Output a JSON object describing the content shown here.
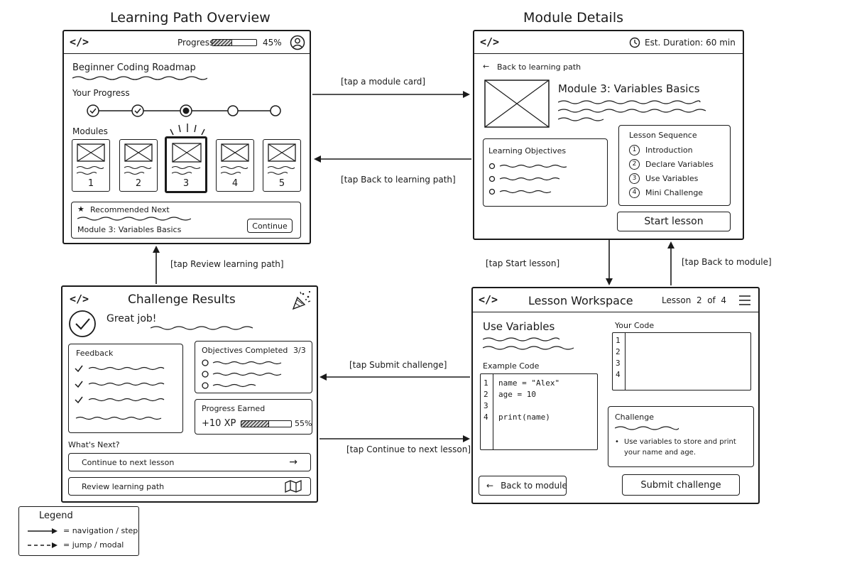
{
  "screens": {
    "overview": {
      "title": "Learning Path Overview",
      "progress_label": "Progress",
      "progress_percent_text": "45%",
      "progress_value": 0.45,
      "roadmap_title": "Beginner Coding Roadmap",
      "your_progress": "Your Progress",
      "modules_label": "Modules",
      "modules": [
        "1",
        "2",
        "3",
        "4",
        "5"
      ],
      "recommended_label": "Recommended Next",
      "recommended_module": "Module 3: Variables Basics",
      "continue_button": "Continue"
    },
    "module_details": {
      "title": "Module Details",
      "duration": "Est. Duration: 60 min",
      "back_link": "Back to learning path",
      "module_title": "Module 3: Variables Basics",
      "objectives_title": "Learning Objectives",
      "sequence_title": "Lesson Sequence",
      "sequence": [
        {
          "num": "1",
          "label": "Introduction"
        },
        {
          "num": "2",
          "label": "Declare Variables"
        },
        {
          "num": "3",
          "label": "Use Variables"
        },
        {
          "num": "4",
          "label": "Mini Challenge"
        }
      ],
      "start_button": "Start lesson"
    },
    "workspace": {
      "title": "Lesson Workspace",
      "lesson_counter": "Lesson  2  of  4",
      "lesson_title": "Use Variables",
      "example_code_label": "Example Code",
      "example_code": [
        {
          "num": "1",
          "code": "name = \"Alex\""
        },
        {
          "num": "2",
          "code": "age = 10"
        },
        {
          "num": "3",
          "code": ""
        },
        {
          "num": "4",
          "code": "print(name)"
        }
      ],
      "your_code_label": "Your Code",
      "your_code_lines": [
        "1",
        "2",
        "3",
        "4"
      ],
      "challenge_title": "Challenge",
      "challenge_text_line1": "Use variables to store and print",
      "challenge_text_line2": "your name and age.",
      "back_button": "Back to module",
      "submit_button": "Submit challenge"
    },
    "results": {
      "title": "Challenge Results",
      "great_job": "Great job!",
      "feedback_title": "Feedback",
      "objectives_title": "Objectives Completed",
      "objectives_count": "3/3",
      "progress_title": "Progress Earned",
      "xp": "+10 XP",
      "progress_percent_text": "55%",
      "progress_value": 0.55,
      "whats_next": "What's Next?",
      "continue_button": "Continue to next lesson",
      "review_button": "Review learning path"
    }
  },
  "transitions": {
    "tap_module_card": "[tap a module card]",
    "tap_back_to_path": "[tap Back to learning path]",
    "tap_start_lesson": "[tap Start lesson]",
    "tap_back_to_module": "[tap Back to module]",
    "tap_submit_challenge": "[tap Submit challenge]",
    "tap_continue_next": "[tap Continue to next lesson]",
    "tap_review_path": "[tap Review learning path]"
  },
  "legend": {
    "title": "Legend",
    "navigation": "= navigation / step",
    "jump": "= jump / modal"
  }
}
